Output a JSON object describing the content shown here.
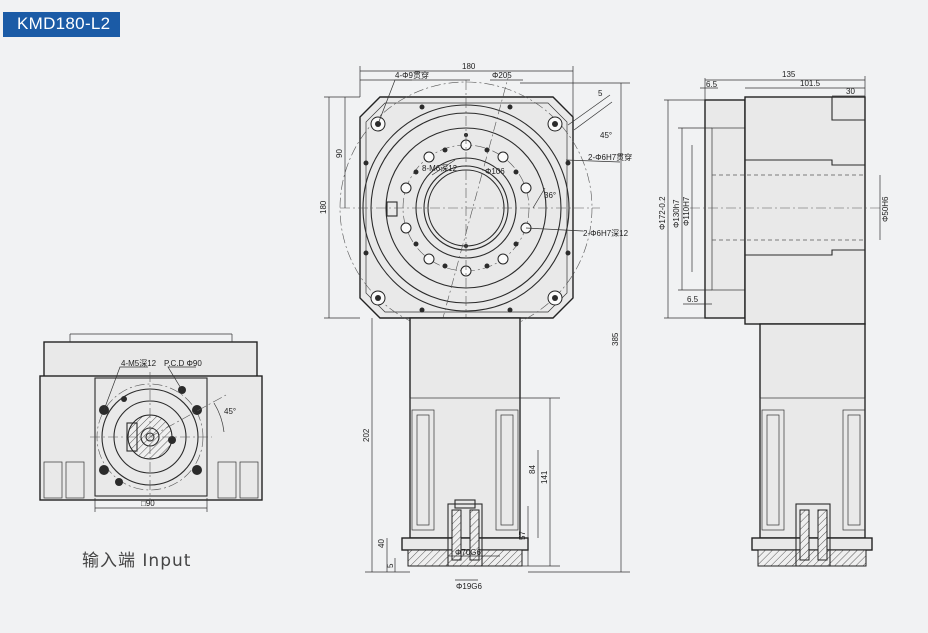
{
  "header": {
    "model": "KMD180-L2"
  },
  "caption": {
    "input_label": "输入端  Input"
  },
  "colors": {
    "badge_bg": "#1b5ba6",
    "line": "#2b2b2b",
    "background": "#f1f2f3"
  },
  "front_view": {
    "dims": {
      "width": "180",
      "height": "180",
      "half": "90",
      "flange_holes": "4-Φ9贯穿",
      "pcd": "Φ205",
      "chamfer": "45°",
      "pin_holes": "2-Φ6H7贯穿",
      "tap_holes": "8-M6深12",
      "inner_pcd": "Φ106",
      "angle2": "36°",
      "pin_holes2": "2-Φ6H7深12",
      "small": "5"
    },
    "lower_dims": {
      "overall": "385",
      "length_202": "202",
      "length_141": "141",
      "length_84": "84",
      "length_57": "57",
      "length_40": "40",
      "length_5": "5",
      "shaft_inner": "Φ70G6",
      "shaft_outer": "Φ19G6"
    }
  },
  "side_view": {
    "dims": {
      "total_length": "135",
      "length_1015": "101.5",
      "length_30": "30",
      "flange_thk": "6.5",
      "bottom_65": "6.5",
      "d1": "Φ172-0.2",
      "d2": "Φ130h7",
      "d3": "Φ110H7",
      "d4": "Φ50H6"
    }
  },
  "input_view": {
    "dims": {
      "taps": "4-M5深12",
      "pcd": "P.C.D Φ90",
      "angle": "45°",
      "square": "□90"
    }
  }
}
